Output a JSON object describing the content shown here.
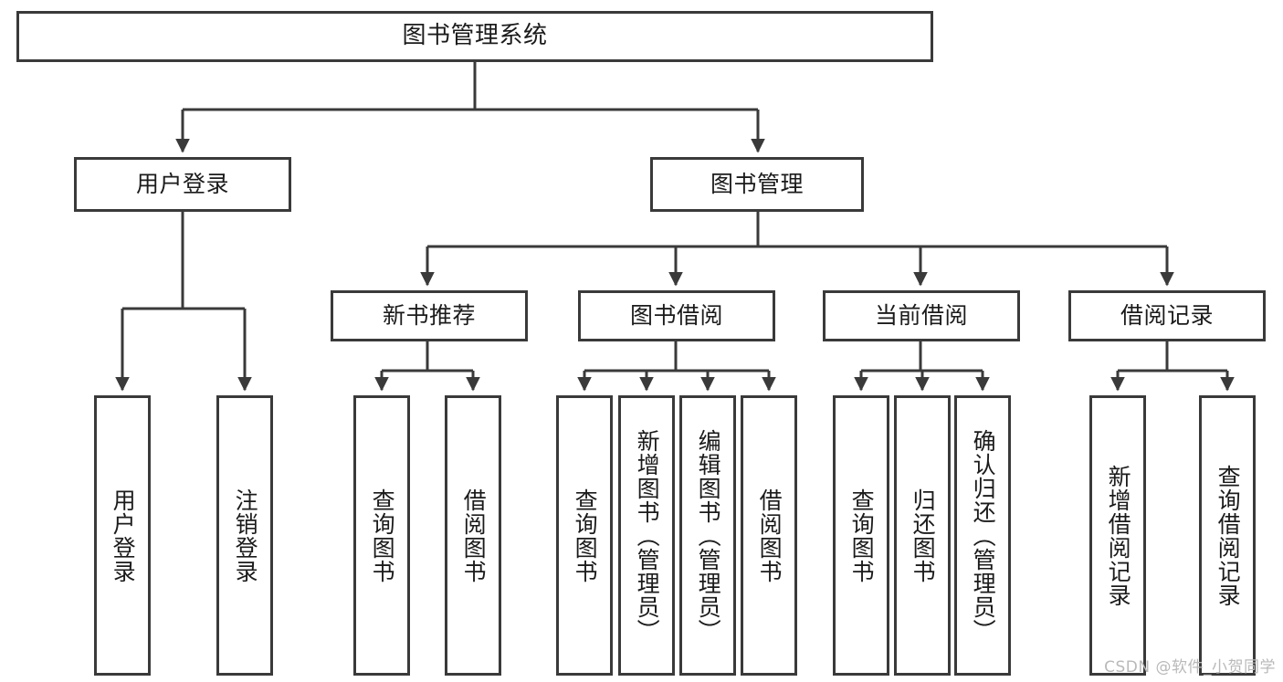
{
  "diagram": {
    "type": "tree-hierarchy",
    "title": "图书管理系统",
    "colors": {
      "stroke": "#3a3a3a",
      "fill": "#ffffff",
      "text": "#1b1b1b",
      "watermark": "#b9b9b9"
    },
    "nodes": {
      "root": {
        "label": "图书管理系统",
        "level": 1,
        "orientation": "horizontal"
      },
      "user_login": {
        "label": "用户登录",
        "level": 2,
        "orientation": "horizontal"
      },
      "book_manage": {
        "label": "图书管理",
        "level": 2,
        "orientation": "horizontal"
      },
      "new_book_rec": {
        "label": "新书推荐",
        "level": 3,
        "orientation": "horizontal"
      },
      "book_borrow": {
        "label": "图书借阅",
        "level": 3,
        "orientation": "horizontal"
      },
      "current_borrow": {
        "label": "当前借阅",
        "level": 3,
        "orientation": "horizontal"
      },
      "borrow_record": {
        "label": "借阅记录",
        "level": 3,
        "orientation": "horizontal"
      },
      "leaf_user_login": {
        "label": "用户登录",
        "level": 3,
        "orientation": "vertical"
      },
      "leaf_logout": {
        "label": "注销登录",
        "level": 3,
        "orientation": "vertical"
      },
      "leaf_query_book_a": {
        "label": "查询图书",
        "level": 4,
        "orientation": "vertical"
      },
      "leaf_borrow_book_a": {
        "label": "借阅图书",
        "level": 4,
        "orientation": "vertical"
      },
      "leaf_query_book_b": {
        "label": "查询图书",
        "level": 4,
        "orientation": "vertical"
      },
      "leaf_add_book": {
        "label": "新增图书（管理员）",
        "level": 4,
        "orientation": "vertical"
      },
      "leaf_edit_book": {
        "label": "编辑图书（管理员）",
        "level": 4,
        "orientation": "vertical"
      },
      "leaf_borrow_book_b": {
        "label": "借阅图书",
        "level": 4,
        "orientation": "vertical"
      },
      "leaf_query_book_c": {
        "label": "查询图书",
        "level": 4,
        "orientation": "vertical"
      },
      "leaf_return_book": {
        "label": "归还图书",
        "level": 4,
        "orientation": "vertical"
      },
      "leaf_confirm_return": {
        "label": "确认归还（管理员）",
        "level": 4,
        "orientation": "vertical"
      },
      "leaf_add_record": {
        "label": "新增借阅记录",
        "level": 4,
        "orientation": "vertical"
      },
      "leaf_query_record": {
        "label": "查询借阅记录",
        "level": 4,
        "orientation": "vertical"
      }
    },
    "edges": [
      {
        "from": "root",
        "to": "user_login"
      },
      {
        "from": "root",
        "to": "book_manage"
      },
      {
        "from": "user_login",
        "to": "leaf_user_login"
      },
      {
        "from": "user_login",
        "to": "leaf_logout"
      },
      {
        "from": "book_manage",
        "to": "new_book_rec"
      },
      {
        "from": "book_manage",
        "to": "book_borrow"
      },
      {
        "from": "book_manage",
        "to": "current_borrow"
      },
      {
        "from": "book_manage",
        "to": "borrow_record"
      },
      {
        "from": "new_book_rec",
        "to": "leaf_query_book_a"
      },
      {
        "from": "new_book_rec",
        "to": "leaf_borrow_book_a"
      },
      {
        "from": "book_borrow",
        "to": "leaf_query_book_b"
      },
      {
        "from": "book_borrow",
        "to": "leaf_add_book"
      },
      {
        "from": "book_borrow",
        "to": "leaf_edit_book"
      },
      {
        "from": "book_borrow",
        "to": "leaf_borrow_book_b"
      },
      {
        "from": "current_borrow",
        "to": "leaf_query_book_c"
      },
      {
        "from": "current_borrow",
        "to": "leaf_return_book"
      },
      {
        "from": "current_borrow",
        "to": "leaf_confirm_return"
      },
      {
        "from": "borrow_record",
        "to": "leaf_add_record"
      },
      {
        "from": "borrow_record",
        "to": "leaf_query_record"
      }
    ]
  },
  "watermark": {
    "text": "CSDN @软件_小贺同学"
  }
}
